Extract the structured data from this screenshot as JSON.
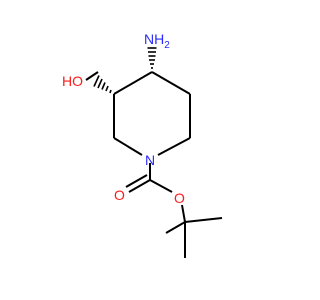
{
  "atoms": {
    "amine": "NH",
    "amine_sub": "2",
    "ring_nitrogen": "N",
    "hydroxyl": "HO",
    "carbonyl_oxygen": "O",
    "ester_oxygen": "O"
  },
  "colors": {
    "bond": "#000000",
    "nitrogen": "#2a2aff",
    "oxygen": "#ff1a1a"
  }
}
